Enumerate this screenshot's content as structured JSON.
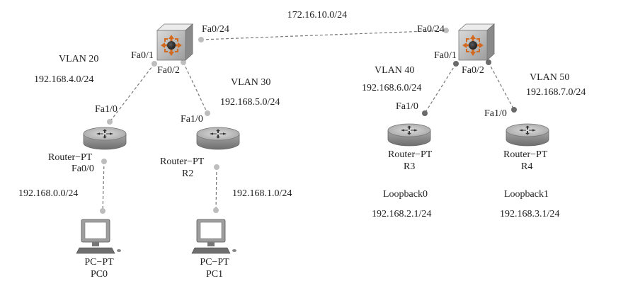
{
  "links": {
    "sw_sw_subnet": "172.16.10.0/24"
  },
  "switches": {
    "sw1": {
      "port_fa0_1": "Fa0/1",
      "port_fa0_2": "Fa0/2",
      "port_fa0_24": "Fa0/24"
    },
    "sw2": {
      "port_fa0_1": "Fa0/1",
      "port_fa0_2": "Fa0/2",
      "port_fa0_24": "Fa0/24"
    }
  },
  "vlans": {
    "vlan20": {
      "name": "VLAN 20",
      "subnet": "192.168.4.0/24"
    },
    "vlan30": {
      "name": "VLAN 30",
      "subnet": "192.168.5.0/24"
    },
    "vlan40": {
      "name": "VLAN 40",
      "subnet": "192.168.6.0/24"
    },
    "vlan50": {
      "name": "VLAN 50",
      "subnet": "192.168.7.0/24"
    }
  },
  "routers": {
    "r1": {
      "type": "Router−PT",
      "name": "",
      "port_up": "Fa1/0",
      "port_down": "Fa0/0",
      "lan": "192.168.0.0/24"
    },
    "r2": {
      "type": "Router−PT",
      "name": "R2",
      "port_up": "Fa1/0",
      "lan": "192.168.1.0/24"
    },
    "r3": {
      "type": "Router−PT",
      "name": "R3",
      "port_up": "Fa1/0",
      "loopback": "Loopback0",
      "loopback_ip": "192.168.2.1/24"
    },
    "r4": {
      "type": "Router−PT",
      "name": "R4",
      "port_up": "Fa1/0",
      "loopback": "Loopback1",
      "loopback_ip": "192.168.3.1/24"
    }
  },
  "pcs": {
    "pc0": {
      "type": "PC−PT",
      "name": "PC0"
    },
    "pc1": {
      "type": "PC−PT",
      "name": "PC1"
    }
  }
}
